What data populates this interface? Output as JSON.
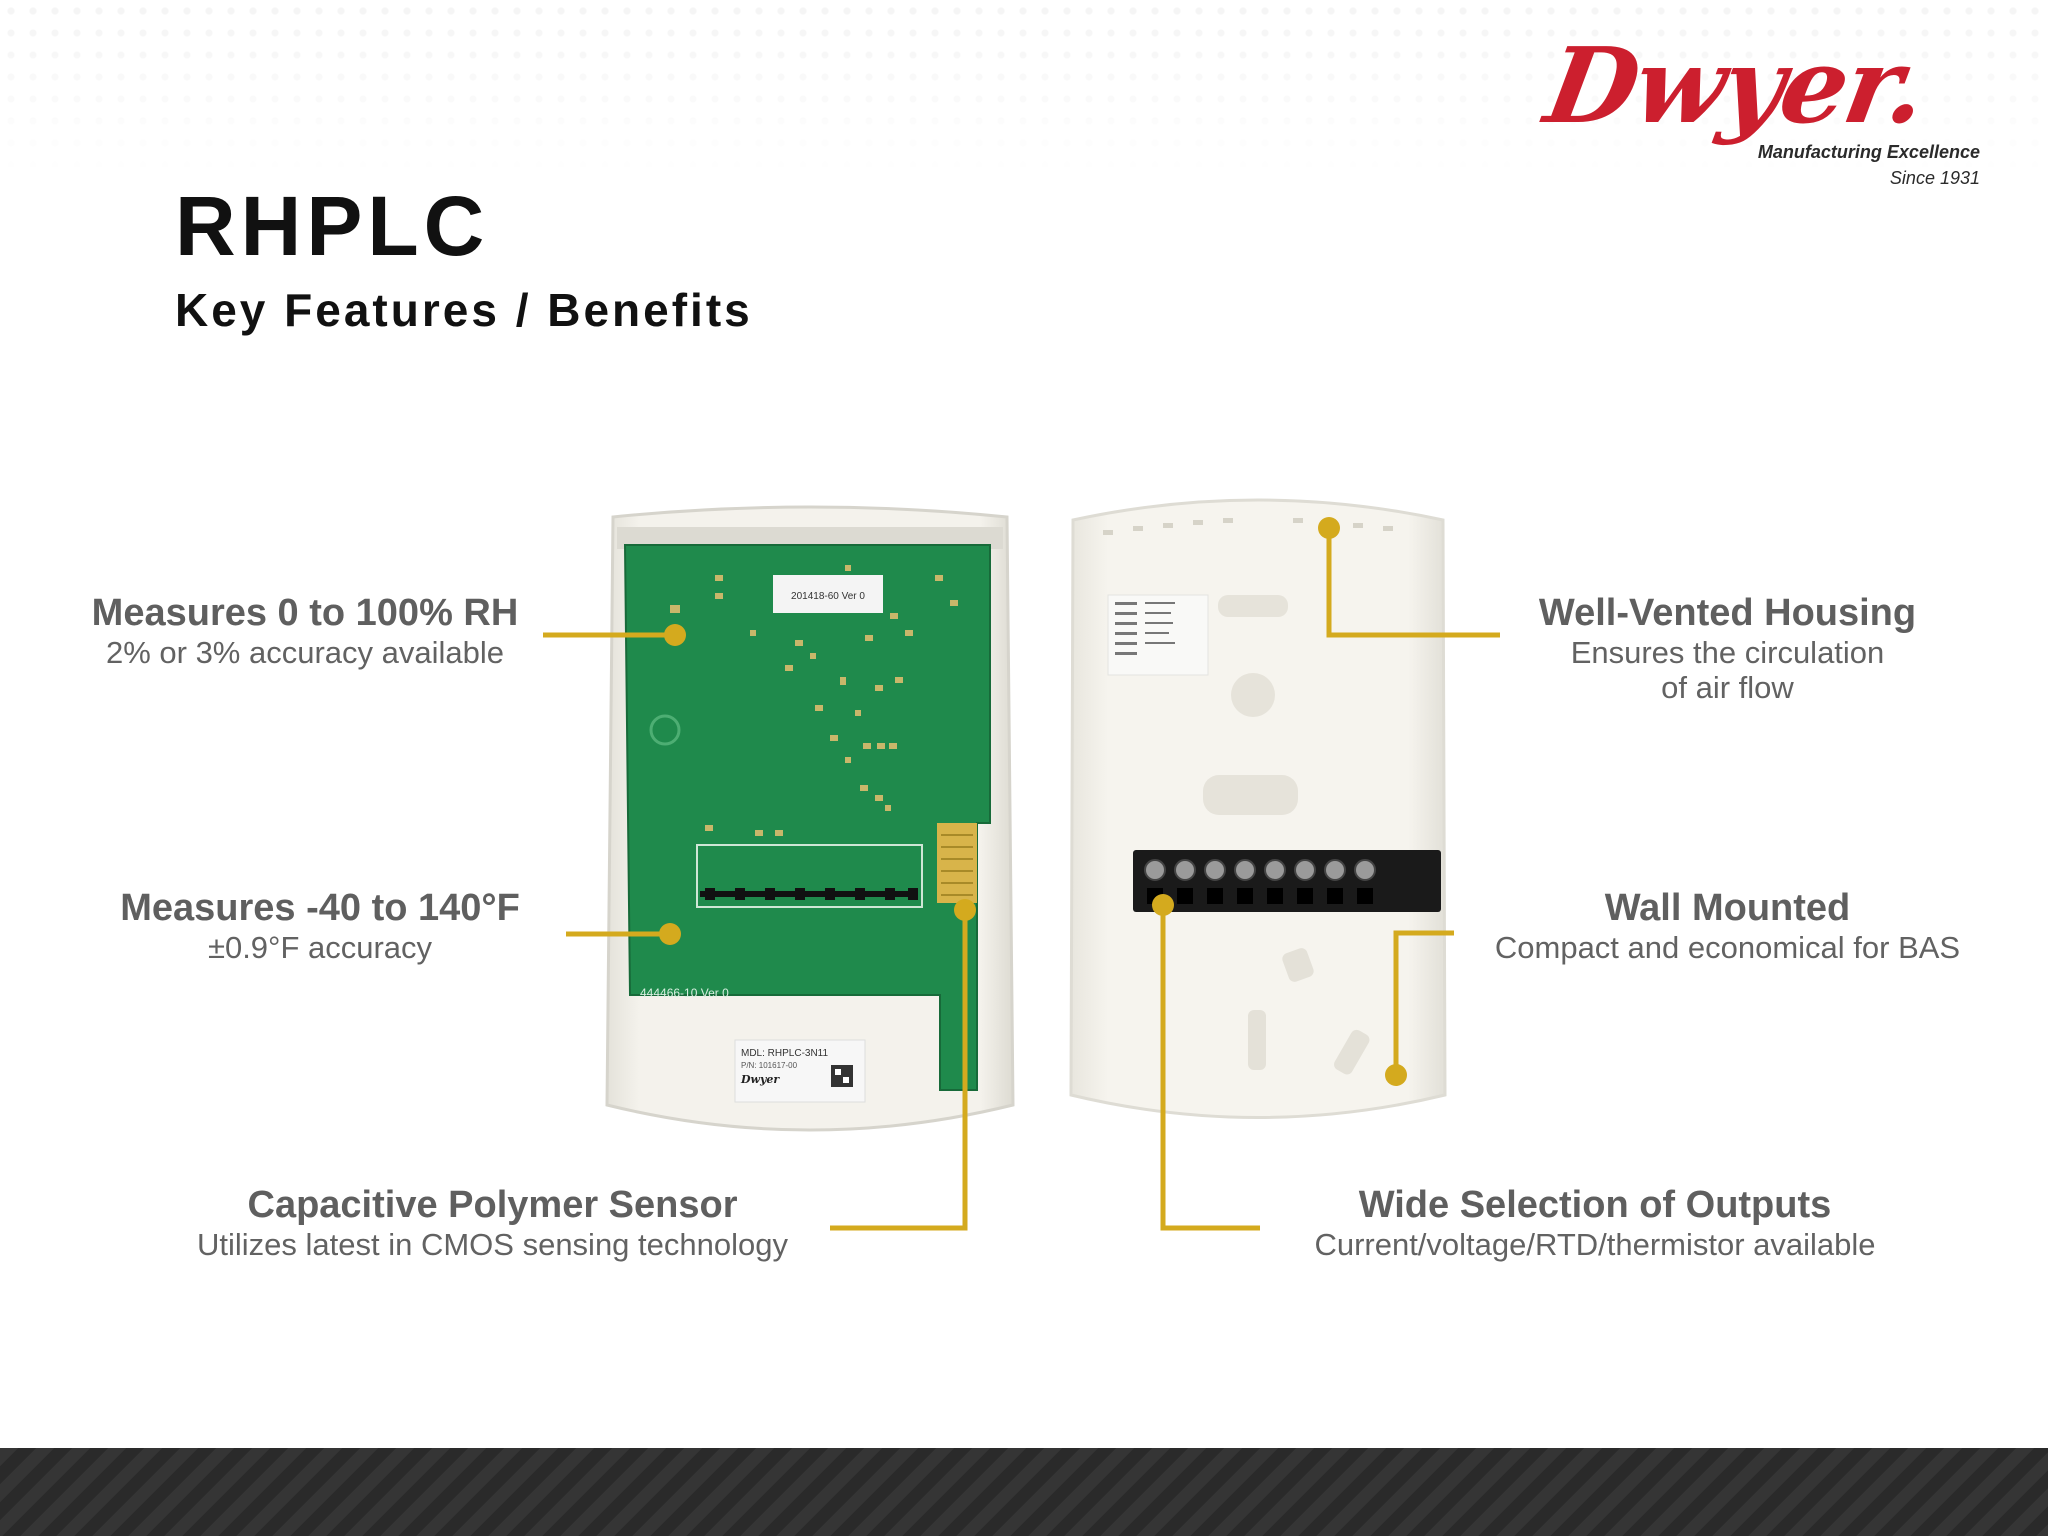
{
  "slide": {
    "title": "RHPLC",
    "subtitle": "Key Features / Benefits"
  },
  "logo": {
    "brand": "Dwyer.",
    "tagline_1": "Manufacturing Excellence",
    "tagline_2": "Since 1931"
  },
  "device_labels": {
    "top_label": "201418-60 Ver 0",
    "board_number": "444466-10  Ver 0",
    "model_line": "MDL: RHPLC-3N11",
    "part_line": "P/N: 101617-00",
    "label_brand": "Dwyer"
  },
  "features": [
    {
      "heading": "Measures 0 to 100% RH",
      "lines": [
        "2% or 3% accuracy available"
      ]
    },
    {
      "heading": "Measures -40 to 140°F",
      "lines": [
        "±0.9°F accuracy"
      ]
    },
    {
      "heading": "Capacitive Polymer Sensor",
      "lines": [
        "Utilizes latest in CMOS sensing technology"
      ]
    },
    {
      "heading": "Well-Vented Housing",
      "lines": [
        "Ensures the circulation",
        "of air flow"
      ]
    },
    {
      "heading": "Wall Mounted",
      "lines": [
        "Compact and economical for BAS"
      ]
    },
    {
      "heading": "Wide Selection of Outputs",
      "lines": [
        "Current/voltage/RTD/thermistor available"
      ]
    }
  ],
  "colors": {
    "callout": "#d4aa1e",
    "brand_red": "#cc1f2e",
    "pcb_green": "#1f8a4c",
    "housing": "#f1efe8"
  }
}
